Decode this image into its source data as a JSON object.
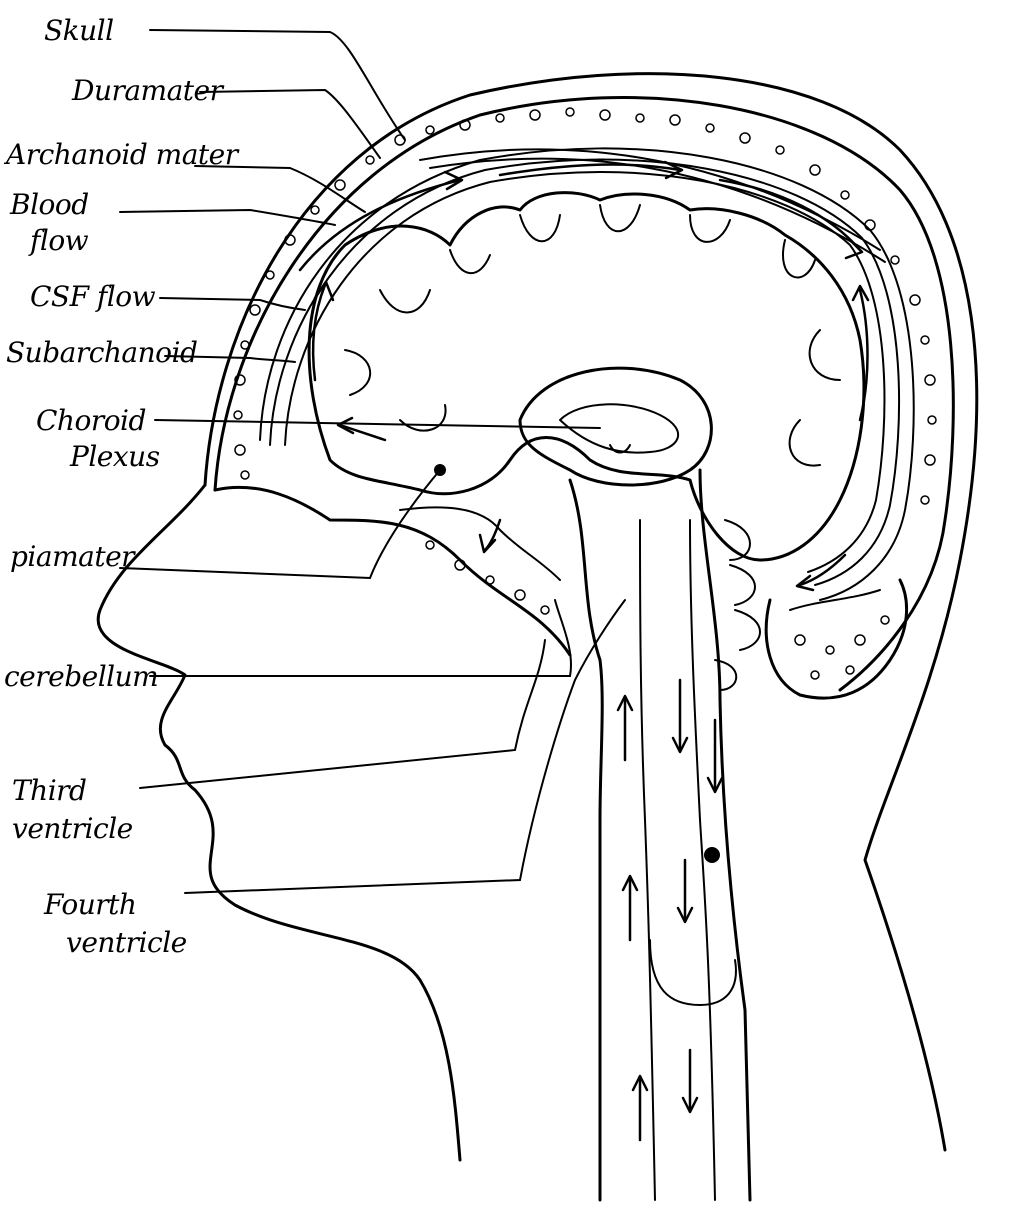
{
  "labels": {
    "skull": "Skull",
    "duramater": "Duramater",
    "arachnoid": "Archanoid mater",
    "blood_flow_1": "Blood",
    "blood_flow_2": "flow",
    "csf_flow": "CSF flow",
    "subarachnoid": "Subarchanoid",
    "choroid_1": "Choroid",
    "choroid_2": "Plexus",
    "piamater": "piamater",
    "cerebellum": "cerebellum",
    "third_1": "Third",
    "third_2": "ventricle",
    "fourth_1": "Fourth",
    "fourth_2": "ventricle"
  },
  "colors": {
    "ink": "#000000",
    "paper": "#ffffff"
  }
}
